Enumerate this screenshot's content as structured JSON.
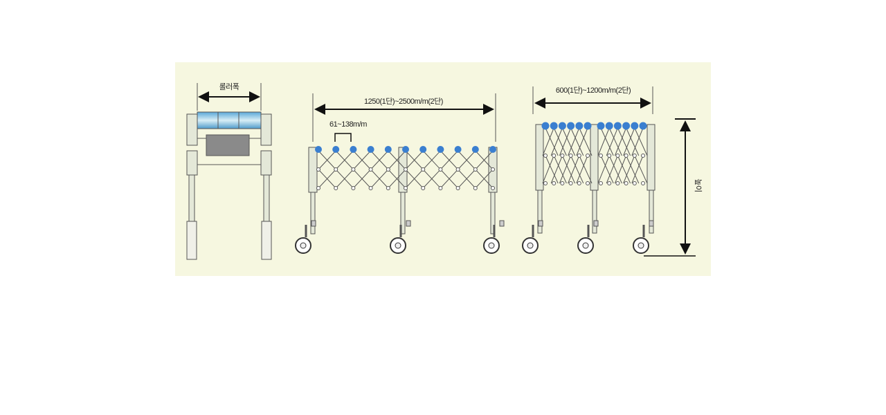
{
  "diagram": {
    "side_view": {
      "width_label": "롤러폭"
    },
    "extended_view": {
      "length_label": "1250(1단)~2500m/m(2단)",
      "pitch_label": "61~138m/m"
    },
    "compressed_view": {
      "length_label": "600(1단)~1200m/m(2단)",
      "height_label": "높이"
    },
    "colors": {
      "background": "#f6f7e0",
      "roller": "#3a7fd0",
      "frame": "#e4e8d8",
      "line": "#555555"
    }
  }
}
